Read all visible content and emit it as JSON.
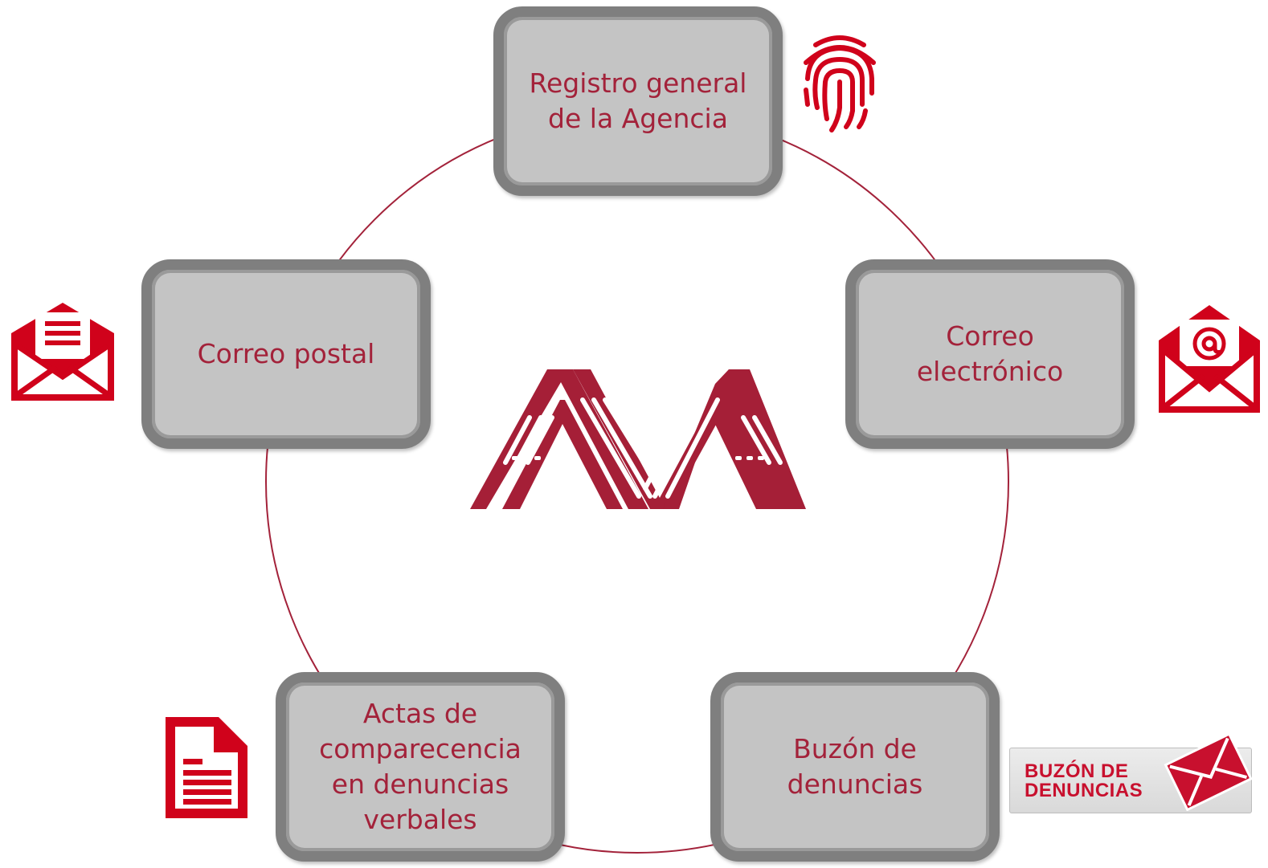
{
  "nodes": [
    {
      "id": "registro",
      "label": "Registro general\nde la Agencia"
    },
    {
      "id": "correo-electronico",
      "label": "Correo\nelectrónico"
    },
    {
      "id": "buzon",
      "label": "Buzón de\ndenuncias"
    },
    {
      "id": "actas",
      "label": "Actas de\ncomparecencia\nen denuncias\nverbales"
    },
    {
      "id": "correo-postal",
      "label": "Correo postal"
    }
  ],
  "badge": {
    "text": "BUZÓN DE\nDENUNCIAS"
  },
  "colors": {
    "accent": "#a3223a",
    "icon_red": "#d0021b",
    "node_fill": "#c4c4c4",
    "node_border": "#7f7f7f",
    "logo": "#a51f37"
  },
  "icons": [
    "fingerprint-icon",
    "email-at-icon",
    "buzon-envelope-icon",
    "document-icon",
    "letter-envelope-icon"
  ]
}
